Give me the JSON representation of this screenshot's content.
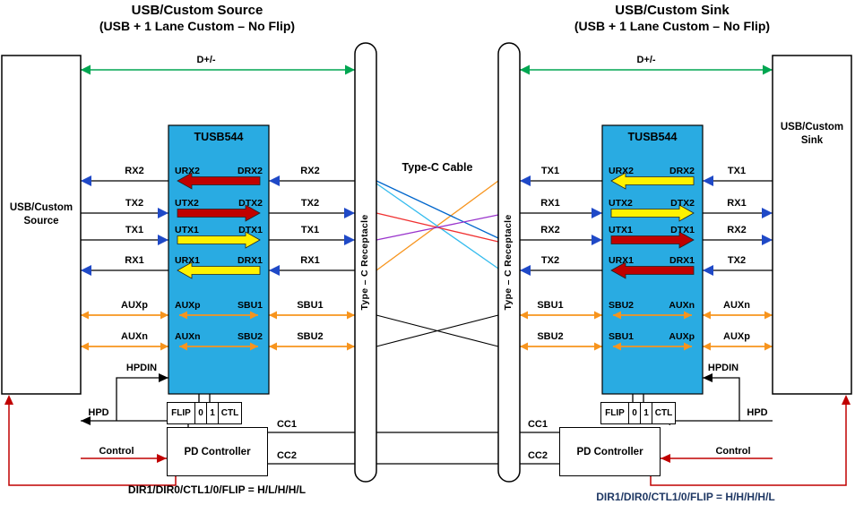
{
  "left": {
    "title": "USB/Custom Source",
    "subtitle": "(USB + 1 Lane Custom – No Flip)",
    "box": "USB/Custom Source",
    "dp": "D+/-",
    "chip": {
      "name": "TUSB544",
      "pins": [
        {
          "l": "URX2",
          "r": "DRX2"
        },
        {
          "l": "UTX2",
          "r": "DTX2"
        },
        {
          "l": "UTX1",
          "r": "DTX1"
        },
        {
          "l": "URX1",
          "r": "DRX1"
        },
        {
          "l": "AUXp",
          "r": "SBU1"
        },
        {
          "l": "AUXn",
          "r": "SBU2"
        }
      ]
    },
    "host_signals": [
      "RX2",
      "TX2",
      "TX1",
      "RX1",
      "AUXp",
      "AUXn"
    ],
    "recep_signals": [
      "RX2",
      "TX2",
      "TX1",
      "RX1",
      "SBU1",
      "SBU2"
    ],
    "hpdin": "HPDIN",
    "hpd": "HPD",
    "control": "Control",
    "flip_ctl": [
      "FLIP",
      "0",
      "1",
      "CTL"
    ],
    "pd": "PD Controller",
    "cc": [
      "CC1",
      "CC2"
    ],
    "config": "DIR1/DIR0/CTL1/0/FLIP = H/L/H/H/L"
  },
  "right": {
    "title": "USB/Custom Sink",
    "subtitle": "(USB + 1 Lane Custom – No Flip)",
    "box": "USB/Custom Sink",
    "dp": "D+/-",
    "chip": {
      "name": "TUSB544",
      "pins": [
        {
          "l": "URX2",
          "r": "DRX2"
        },
        {
          "l": "UTX2",
          "r": "DTX2"
        },
        {
          "l": "UTX1",
          "r": "DTX1"
        },
        {
          "l": "URX1",
          "r": "DRX1"
        },
        {
          "l": "SBU2",
          "r": "AUXn"
        },
        {
          "l": "SBU1",
          "r": "AUXp"
        }
      ]
    },
    "recep_signals": [
      "TX1",
      "RX1",
      "RX2",
      "TX2",
      "SBU1",
      "SBU2"
    ],
    "host_signals": [
      "TX1",
      "RX1",
      "RX2",
      "TX2",
      "AUXn",
      "AUXp"
    ],
    "hpdin": "HPDIN",
    "hpd": "HPD",
    "control": "Control",
    "flip_ctl": [
      "FLIP",
      "0",
      "1",
      "CTL"
    ],
    "pd": "PD Controller",
    "cc": [
      "CC1",
      "CC2"
    ],
    "config": "DIR1/DIR0/CTL1/0/FLIP = H/H/H/H/L"
  },
  "cable": {
    "label": "Type-C Cable",
    "receptacle": "Type – C Receptacle"
  },
  "colors": {
    "chip_fill": "#29ABE2",
    "lane_arrow_blue": "#1F49C7",
    "aux_orange": "#F7941D",
    "dp_green": "#00A651",
    "fat_arrow_red": "#C00000",
    "fat_arrow_yellow": "#FFF200",
    "control_red": "#C00000",
    "cable_blue": "#0066CC",
    "cable_cyan": "#33BBEE",
    "cable_red": "#F03030",
    "cable_purple": "#9933CC",
    "cable_orange": "#F7941D",
    "right_config_navy": "#1F3864"
  }
}
